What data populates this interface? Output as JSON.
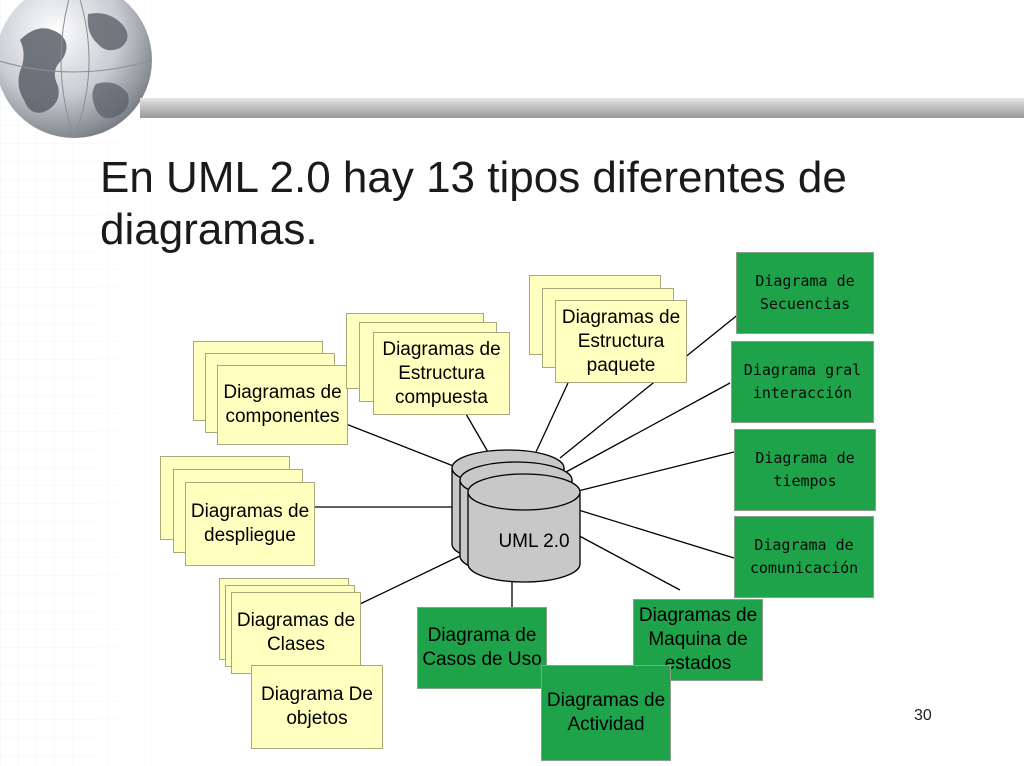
{
  "title": "En UML 2.0 hay 13 tipos diferentes de diagramas.",
  "slide_number": "30",
  "center_label": "UML 2.0",
  "yellow_diagrams": {
    "componentes": "Diagramas de componentes",
    "compuesta": "Diagramas de Estructura compuesta",
    "paquete": "Diagramas de Estructura paquete",
    "despliegue": "Diagramas de despliegue",
    "clases": "Diagramas de Clases",
    "objetos": "Diagrama De objetos"
  },
  "green_diagrams": {
    "secuencias": "Diagrama de Secuencias",
    "interaccion": "Diagrama gral interacción",
    "tiempos": "Diagrama de tiempos",
    "comunicacion": "Diagrama de comunicación",
    "maquina": "Diagramas de Maquina de estados",
    "casos_uso": "Diagrama de Casos de Uso",
    "actividad": "Diagramas de Actividad"
  },
  "colors": {
    "yellow_fill": "#ffffc0",
    "green_fill": "#1fa34a",
    "cylinder_fill": "#c8c8c8"
  }
}
